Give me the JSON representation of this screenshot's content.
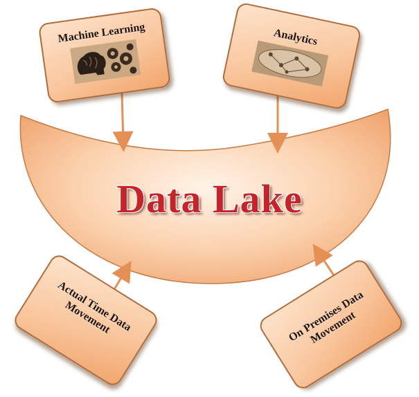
{
  "diagram": {
    "center_title": "Data Lake",
    "nodes": {
      "machine_learning": {
        "label": "Machine Learning",
        "image": "gears-and-brain-icon"
      },
      "analytics": {
        "label": "Analytics",
        "image": "analytics-map-icon"
      },
      "actual_time": {
        "label": "Actual Time Data Movement"
      },
      "on_premises": {
        "label": "On Premises Data Movement"
      }
    },
    "colors": {
      "lake_fill": "#f6b88a",
      "card_fill": "#f9c79f",
      "arrow": "#e48f55",
      "title": "#c4242a"
    }
  }
}
